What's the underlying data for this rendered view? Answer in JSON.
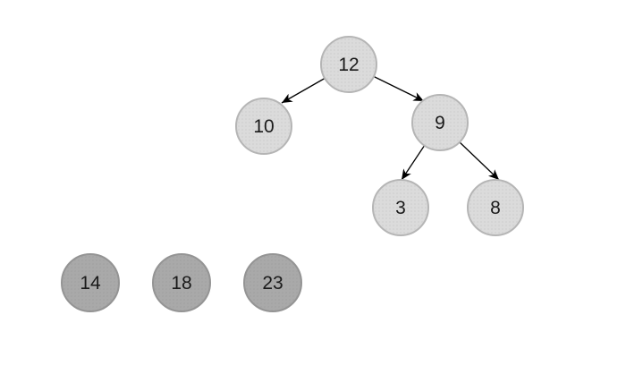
{
  "diagram": {
    "type": "binary-tree",
    "tree": {
      "root": "12",
      "nodes": [
        {
          "label": "12"
        },
        {
          "label": "10"
        },
        {
          "label": "9"
        },
        {
          "label": "3"
        },
        {
          "label": "8"
        }
      ],
      "edges": [
        {
          "from": "12",
          "to": "10"
        },
        {
          "from": "12",
          "to": "9"
        },
        {
          "from": "9",
          "to": "3"
        },
        {
          "from": "9",
          "to": "8"
        }
      ]
    },
    "pool": {
      "nodes": [
        {
          "label": "14"
        },
        {
          "label": "18"
        },
        {
          "label": "23"
        }
      ]
    },
    "colors": {
      "background": "#ffffff",
      "tree_node_fill": "#dbdbdb",
      "tree_node_dot": "#c5c5c5",
      "tree_node_border": "#b5b5b5",
      "pool_node_fill": "#a9a9a9",
      "pool_node_dot": "#9a9a9a",
      "pool_node_border": "#949494",
      "edge": "#000000",
      "text": "#1a1a1a"
    }
  }
}
